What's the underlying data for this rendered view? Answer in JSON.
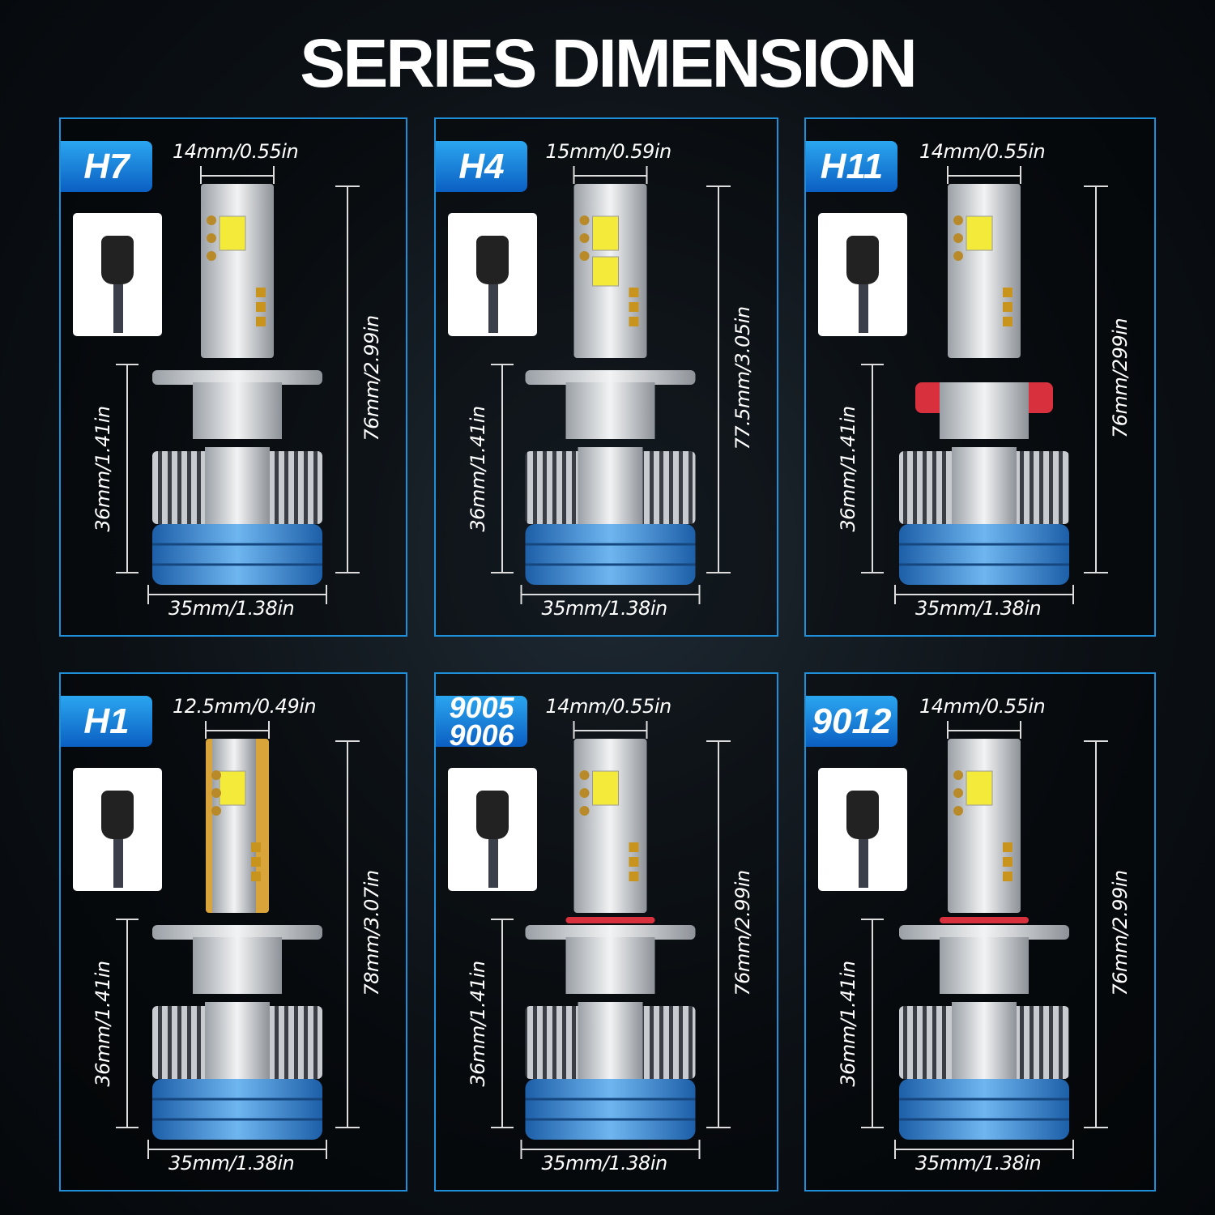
{
  "title": "SERIES DIMENSION",
  "colors": {
    "accent_border": "#1e8fd8",
    "badge": "#1a7fdc",
    "base_blue": "#3a8fd8",
    "ring_red": "#d8303c"
  },
  "panels": [
    {
      "type": "H7",
      "width_label": "14mm/0.55in",
      "height_label": "76mm/2.99in",
      "base_height_label": "36mm/1.41in",
      "base_width_label": "35mm/1.38in",
      "connector_icon": "h7-plug-icon",
      "ring": "none"
    },
    {
      "type": "H4",
      "width_label": "15mm/0.59in",
      "height_label": "77.5mm/3.05in",
      "base_height_label": "36mm/1.41in",
      "base_width_label": "35mm/1.38in",
      "connector_icon": "h4-plug-icon",
      "ring": "none"
    },
    {
      "type": "H11",
      "width_label": "14mm/0.55in",
      "height_label": "76mm/299in",
      "base_height_label": "36mm/1.41in",
      "base_width_label": "35mm/1.38in",
      "connector_icon": "h11-socket-icon",
      "ring": "red-collar"
    },
    {
      "type": "H1",
      "width_label": "12.5mm/0.49in",
      "height_label": "78mm/3.07in",
      "base_height_label": "36mm/1.41in",
      "base_width_label": "35mm/1.38in",
      "connector_icon": "h1-wire-icon",
      "ring": "none"
    },
    {
      "type": "9005\n9006",
      "width_label": "14mm/0.55in",
      "height_label": "76mm/2.99in",
      "base_height_label": "36mm/1.41in",
      "base_width_label": "35mm/1.38in",
      "connector_icon": "9005-socket-icon",
      "ring": "red-oring"
    },
    {
      "type": "9012",
      "width_label": "14mm/0.55in",
      "height_label": "76mm/2.99in",
      "base_height_label": "36mm/1.41in",
      "base_width_label": "35mm/1.38in",
      "connector_icon": "9012-socket-icon",
      "ring": "red-oring"
    }
  ]
}
